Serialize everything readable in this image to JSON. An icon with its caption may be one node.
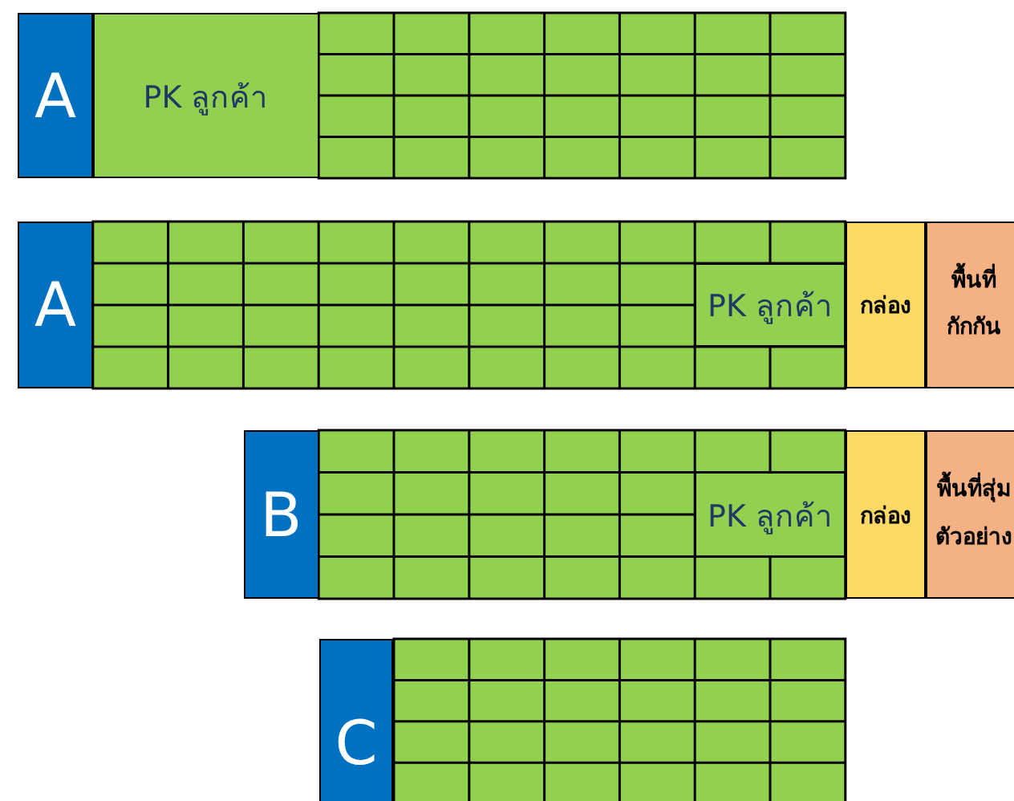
{
  "diagram": {
    "nodes": [
      {
        "text": [
          "A"
        ]
      },
      {
        "text": [
          "PK ลูกค้า"
        ]
      },
      {
        "text": [
          "A"
        ]
      },
      {
        "text": [
          "PK ลูกค้า"
        ]
      },
      {
        "text": [
          "กล่อง"
        ]
      },
      {
        "text": [
          "พื้นที่กักกัน"
        ]
      },
      {
        "text": [
          "B"
        ]
      },
      {
        "text": [
          "PK ลูกค้า"
        ]
      },
      {
        "text": [
          "กล่อง"
        ]
      },
      {
        "text": [
          "พื้นที่สุ่มตัวอย่าง"
        ]
      },
      {
        "text": [
          "C"
        ]
      }
    ]
  }
}
